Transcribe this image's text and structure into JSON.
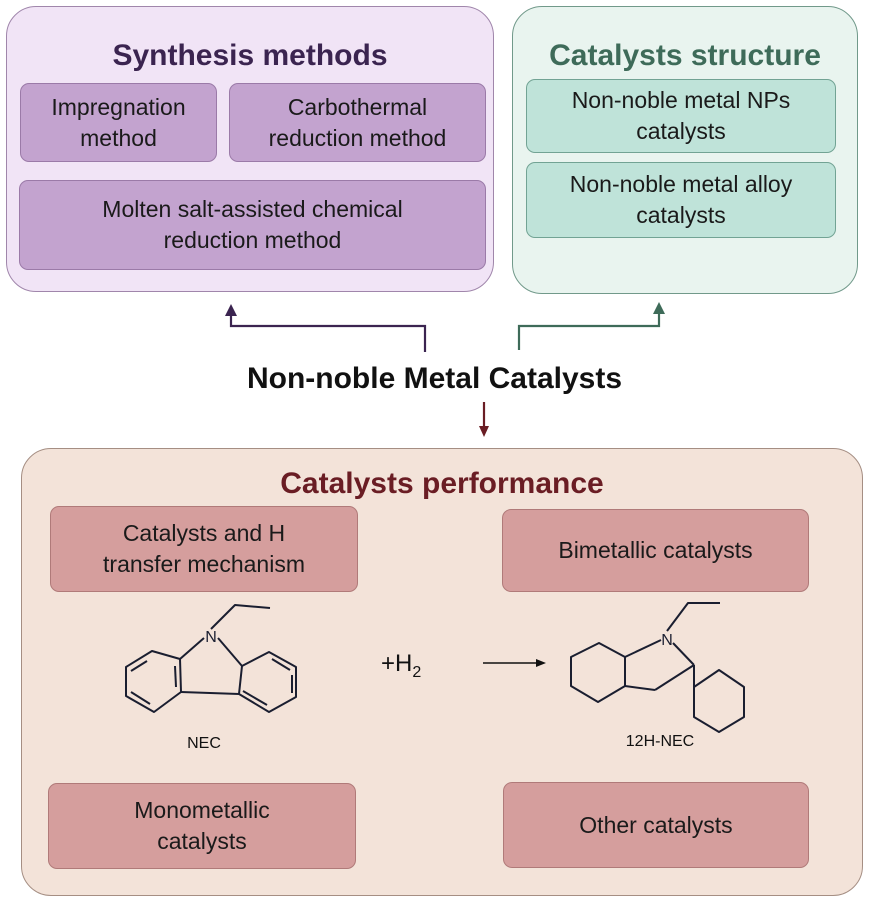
{
  "synthesis": {
    "title": "Synthesis methods",
    "impregnation": "Impregnation\nmethod",
    "carbothermal": "Carbothermal\nreduction method",
    "molten": "Molten salt-assisted chemical\nreduction method"
  },
  "structure": {
    "title": "Catalysts structure",
    "nps": "Non-noble metal NPs\ncatalysts",
    "alloy": "Non-noble metal alloy\ncatalysts"
  },
  "center": {
    "label": "Non-noble Metal Catalysts"
  },
  "performance": {
    "title": "Catalysts performance",
    "mechanism": "Catalysts and H\ntransfer mechanism",
    "bimetallic": "Bimetallic catalysts",
    "monometallic": "Monometallic\ncatalysts",
    "other": "Other catalysts",
    "reaction": {
      "reactant_label": "NEC",
      "plus": "+H",
      "h2_subscript": "2",
      "product_label": "12H-NEC",
      "n_atom": "N"
    }
  },
  "colors": {
    "synthesis_arrow": "#3b2450",
    "structure_arrow": "#3e6b59",
    "performance_arrow": "#6a1d24"
  }
}
